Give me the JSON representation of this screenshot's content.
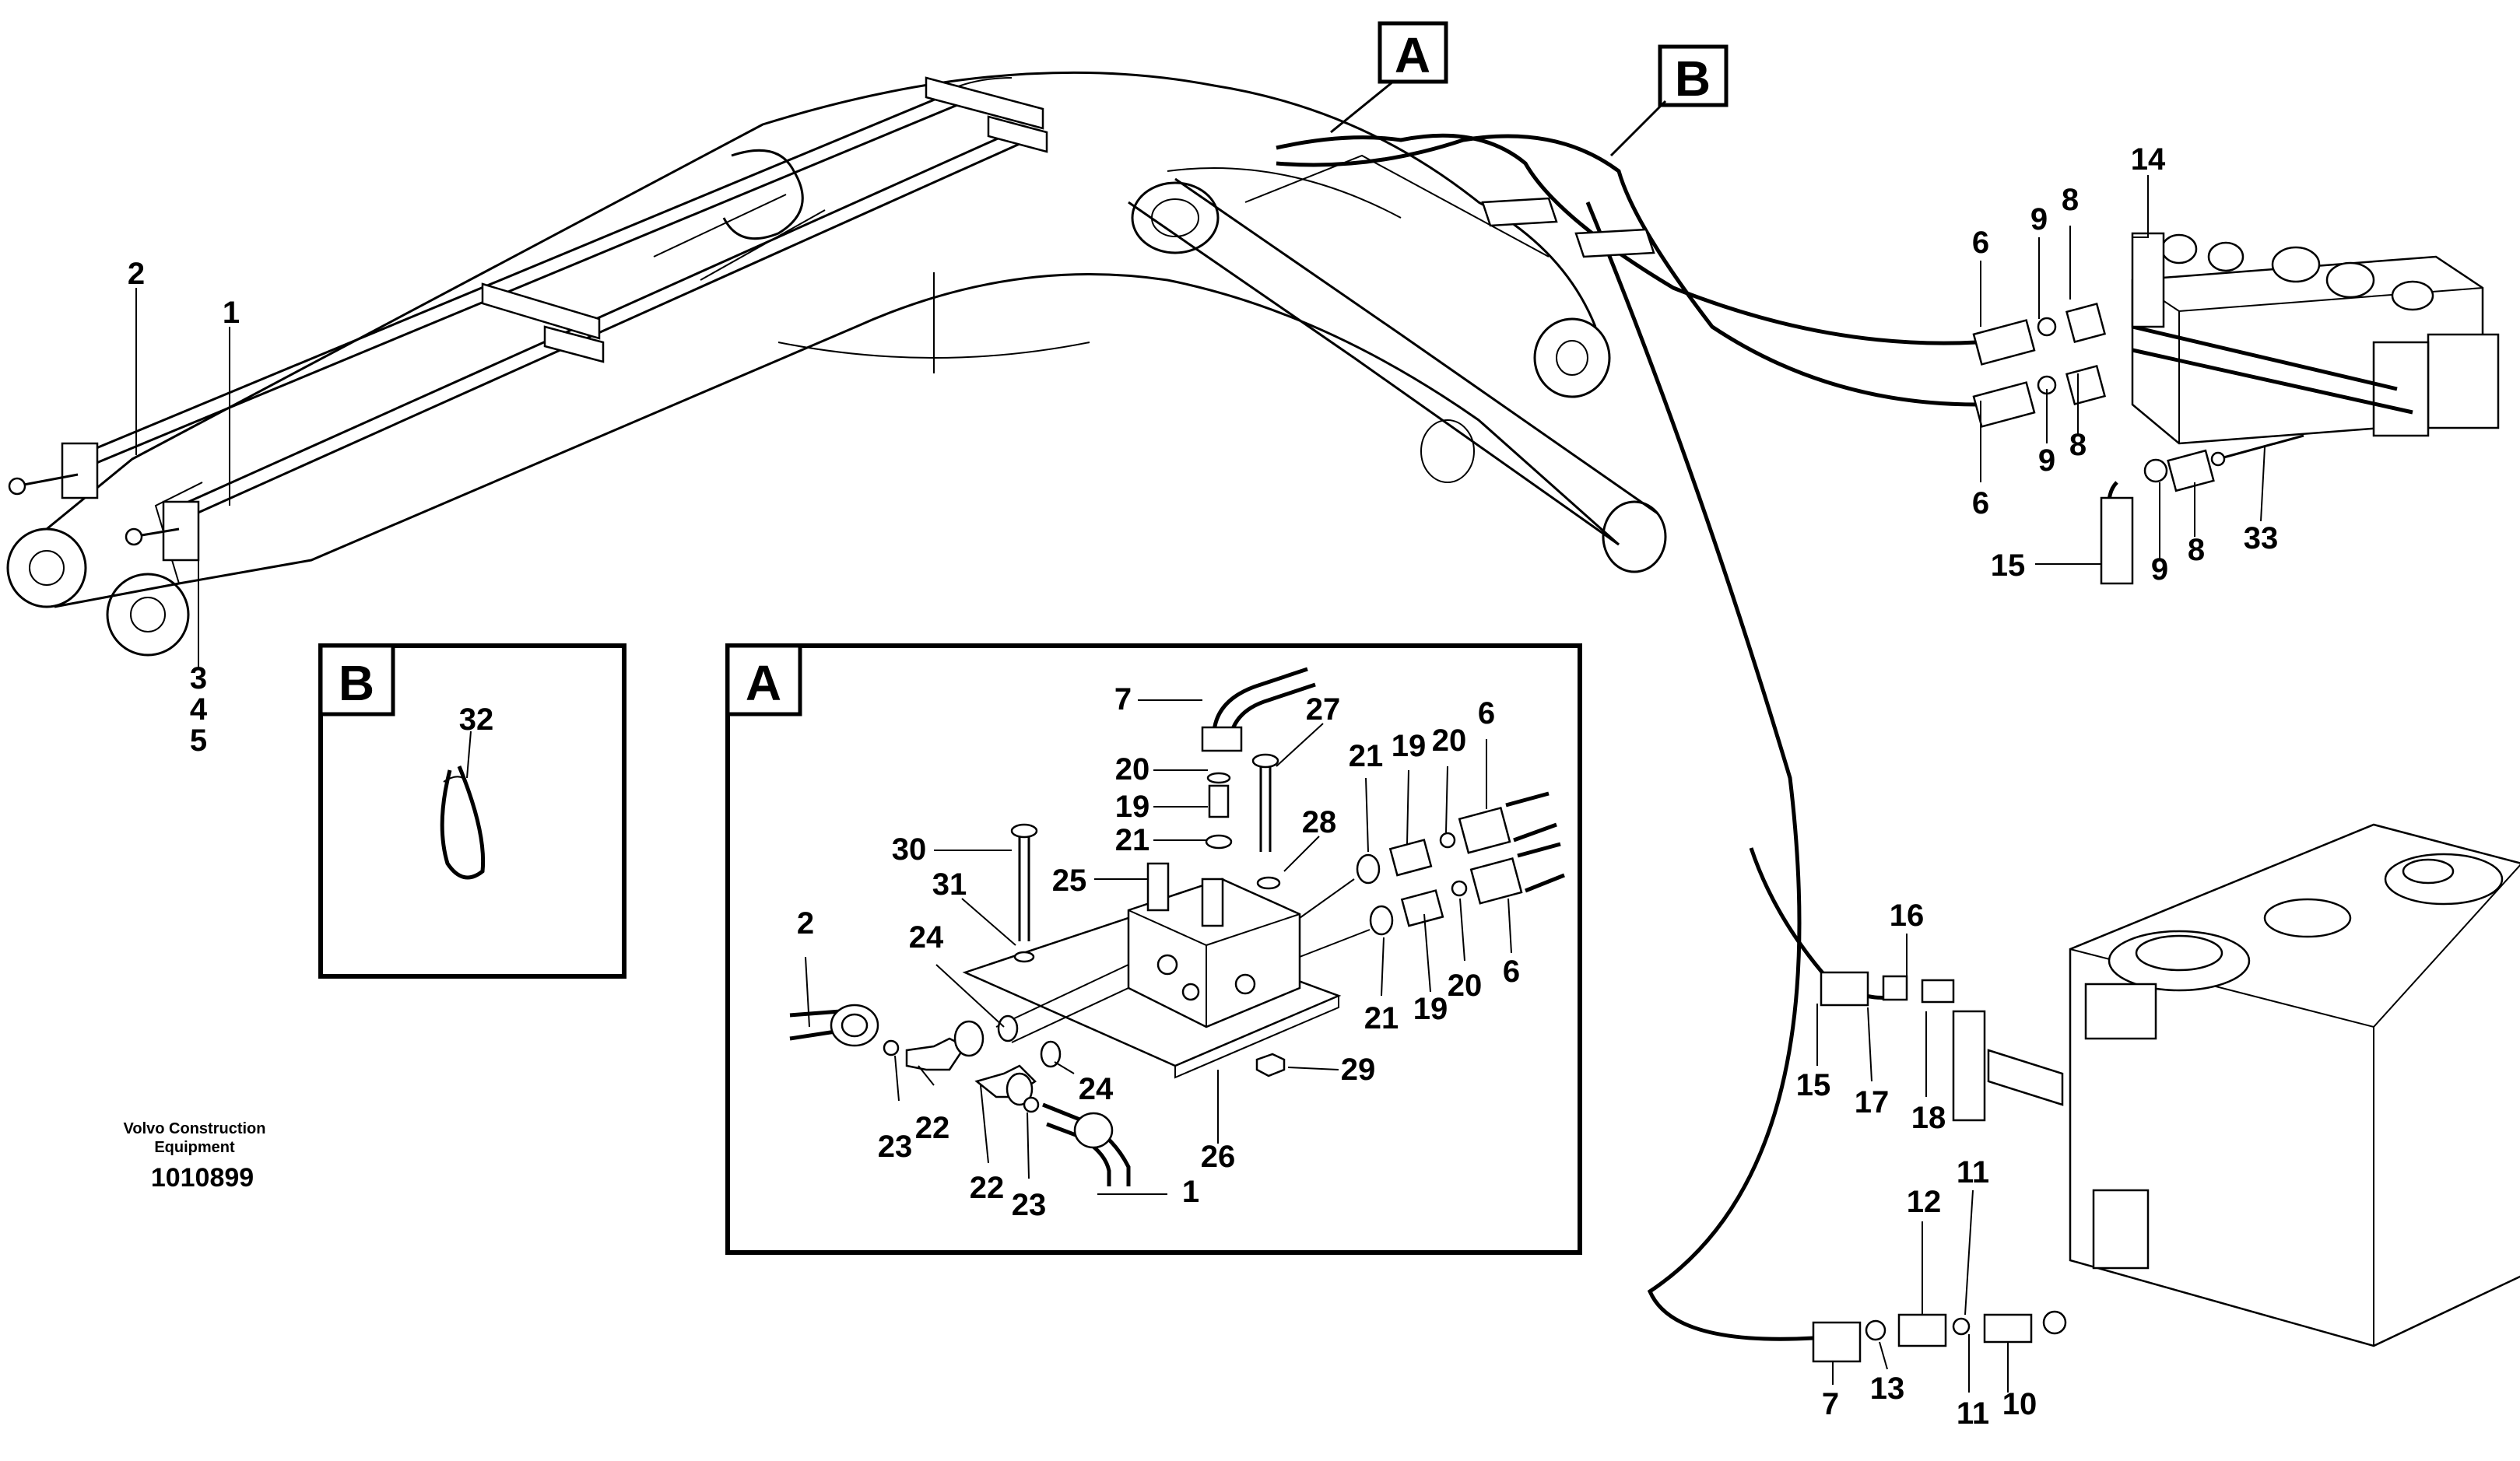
{
  "title": "",
  "view_markers": {
    "a_top": "A",
    "b_top": "B",
    "a_inset": "A",
    "b_inset": "B"
  },
  "publisher": {
    "line1": "Volvo Construction",
    "line2": "Equipment",
    "figure_number": "1010899"
  },
  "labels": {
    "boom_2": "2",
    "boom_1": "1",
    "boom_3": "3",
    "boom_4": "4",
    "boom_5": "5",
    "inset_b_32": "32",
    "valve_14": "14",
    "valve_6a": "6",
    "valve_9a": "9",
    "valve_8a": "8",
    "valve_6b": "6",
    "valve_9b": "9",
    "valve_8b": "8",
    "valve_15": "15",
    "valve_9c": "9",
    "valve_8c": "8",
    "valve_33": "33",
    "tank_16": "16",
    "tank_15": "15",
    "tank_17": "17",
    "tank_18": "18",
    "tank_12": "12",
    "tank_11a": "11",
    "tank_7": "7",
    "tank_13": "13",
    "tank_11b": "11",
    "tank_10": "10",
    "a_7": "7",
    "a_27": "27",
    "a_20a": "20",
    "a_19a": "19",
    "a_21a": "21",
    "a_30": "30",
    "a_31": "31",
    "a_25": "25",
    "a_28": "28",
    "a_21b": "21",
    "a_19b": "19",
    "a_20b": "20",
    "a_6a": "6",
    "a_24a": "24",
    "a_2": "2",
    "a_23a": "23",
    "a_22a": "22",
    "a_24b": "24",
    "a_22b": "22",
    "a_23b": "23",
    "a_1": "1",
    "a_26": "26",
    "a_29": "29",
    "a_21c": "21",
    "a_19c": "19",
    "a_20c": "20",
    "a_6b": "6"
  }
}
